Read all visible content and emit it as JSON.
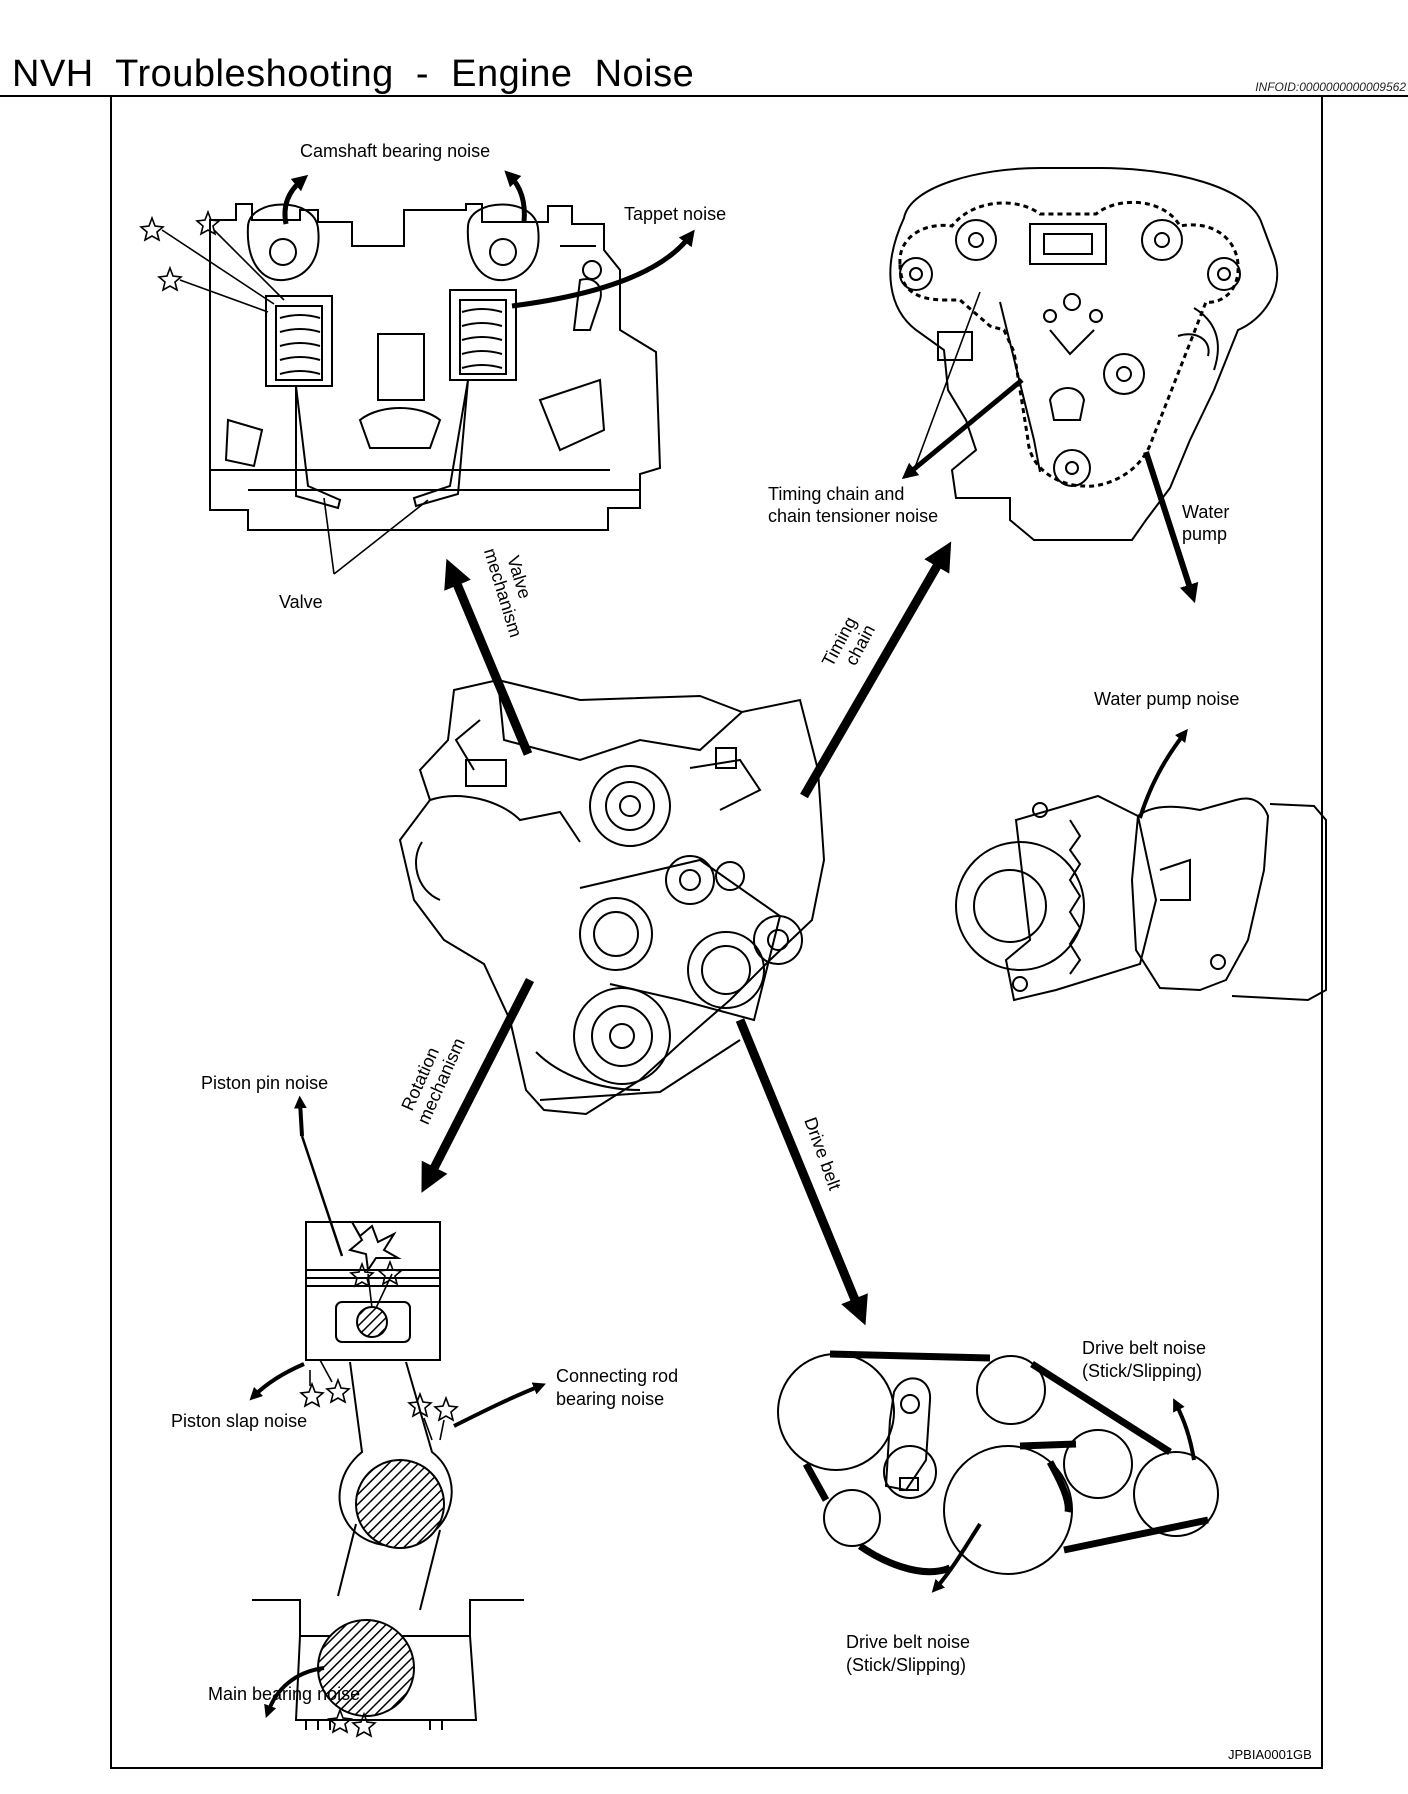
{
  "title": "NVH  Troubleshooting  -  Engine  Noise",
  "info_id": "INFOID:0000000000009562",
  "figure_code": "JPBIA0001GB",
  "labels": {
    "camshaft": "Camshaft bearing noise",
    "tappet": "Tappet noise",
    "valve": "Valve",
    "valve_mechanism": [
      "Valve",
      "mechanism"
    ],
    "timing_chain_noise": [
      "Timing chain and",
      "chain tensioner noise"
    ],
    "water_pump_part": [
      "Water",
      "pump"
    ],
    "timing_chain": [
      "Timing",
      "chain"
    ],
    "water_pump_noise": "Water pump noise",
    "rotation_mechanism": [
      "Rotation",
      "mechanism"
    ],
    "drive_belt": "Drive belt",
    "piston_pin": "Piston pin noise",
    "piston_slap": "Piston slap noise",
    "conrod_bearing": [
      "Connecting rod",
      "bearing noise"
    ],
    "main_bearing": "Main bearing noise",
    "drive_belt_noise_upper": [
      "Drive belt noise",
      "(Stick/Slipping)"
    ],
    "drive_belt_noise_lower": [
      "Drive belt noise",
      "(Stick/Slipping)"
    ]
  }
}
